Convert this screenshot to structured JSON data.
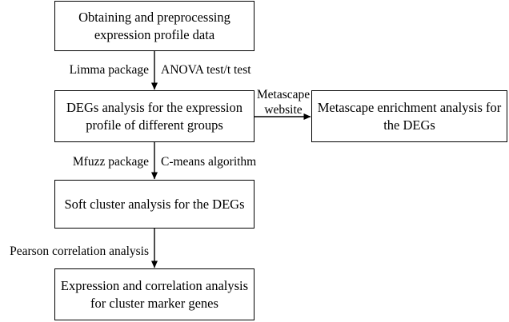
{
  "nodes": {
    "preprocess": {
      "line1": "Obtaining and preprocessing",
      "line2": "expression profile data"
    },
    "degs": {
      "line1": "DEGs analysis for the expression",
      "line2": "profile of different groups"
    },
    "metascape": {
      "line1": "Metascape enrichment analysis for",
      "line2": "the DEGs"
    },
    "soft_cluster": {
      "line1": "Soft cluster analysis for the DEGs"
    },
    "marker": {
      "line1": "Expression and correlation analysis",
      "line2": "for cluster marker genes"
    }
  },
  "edges": {
    "e1": {
      "left": "Limma package",
      "right": "ANOVA test/t test"
    },
    "e2": {
      "line1": "Metascape",
      "line2": "website"
    },
    "e3": {
      "left": "Mfuzz package",
      "right": "C-means algorithm"
    },
    "e4": {
      "left": "Pearson correlation analysis"
    }
  }
}
